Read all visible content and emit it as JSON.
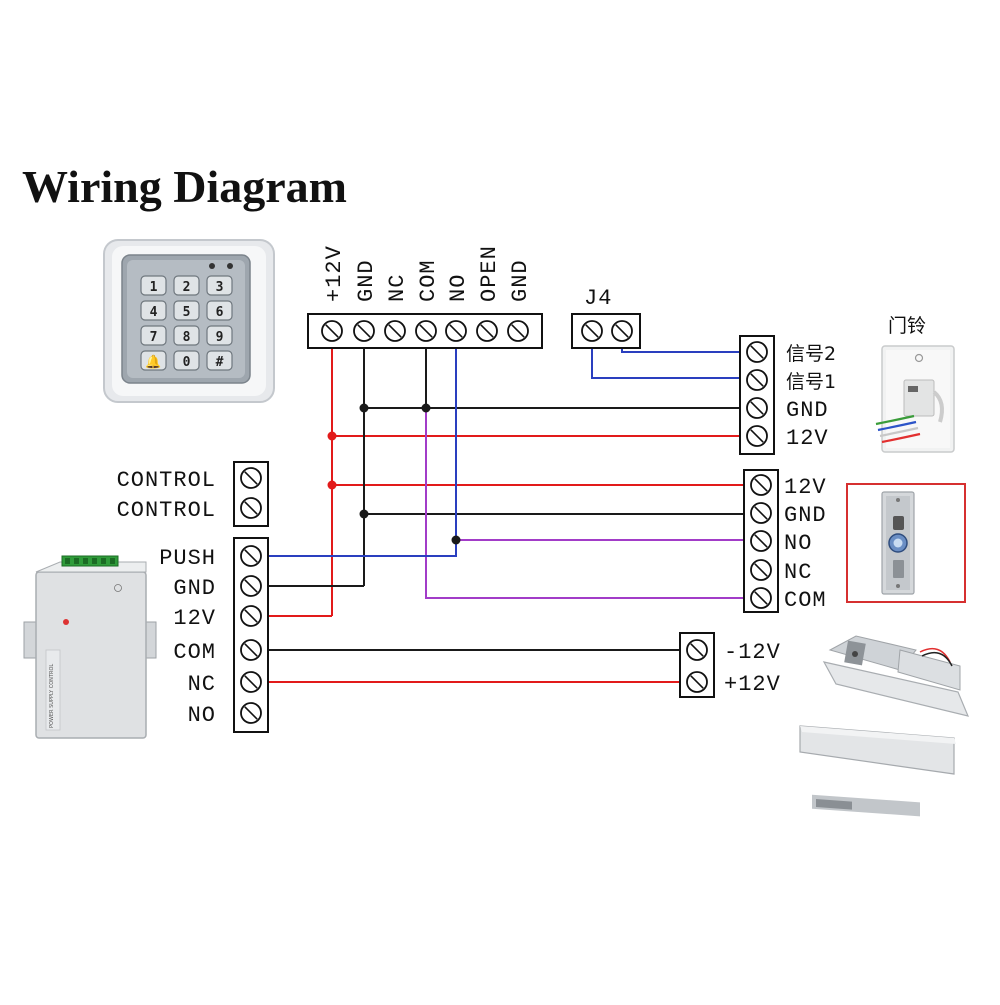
{
  "title": "Wiring Diagram",
  "colors": {
    "red": "#e21a1a",
    "black": "#1a1a1a",
    "blue": "#2a3fbf",
    "purple": "#a23cc8",
    "box_red": "#d63030"
  },
  "keypad": {
    "keys": [
      "1",
      "2",
      "3",
      "4",
      "5",
      "6",
      "7",
      "8",
      "9",
      "🔔",
      "0",
      "#"
    ]
  },
  "reader_terminal": {
    "labels": [
      "+12V",
      "GND",
      "NC",
      "COM",
      "NO",
      "OPEN",
      "GND"
    ]
  },
  "j4": {
    "label": "J4"
  },
  "doorbell": {
    "title": "门铃",
    "labels": [
      "信号2",
      "信号1",
      "GND",
      "12V"
    ]
  },
  "exit_button": {
    "labels": [
      "12V",
      "GND",
      "NO",
      "NC",
      "COM"
    ]
  },
  "control_terminal": {
    "labels": [
      "CONTROL",
      "CONTROL"
    ]
  },
  "power_supply": {
    "labels": [
      "PUSH",
      "GND",
      "12V",
      "COM",
      "NC",
      "NO"
    ],
    "device_text": "POWER SUPPLY CONTROL"
  },
  "lock_terminal": {
    "labels": [
      "-12V",
      "+12V"
    ]
  }
}
